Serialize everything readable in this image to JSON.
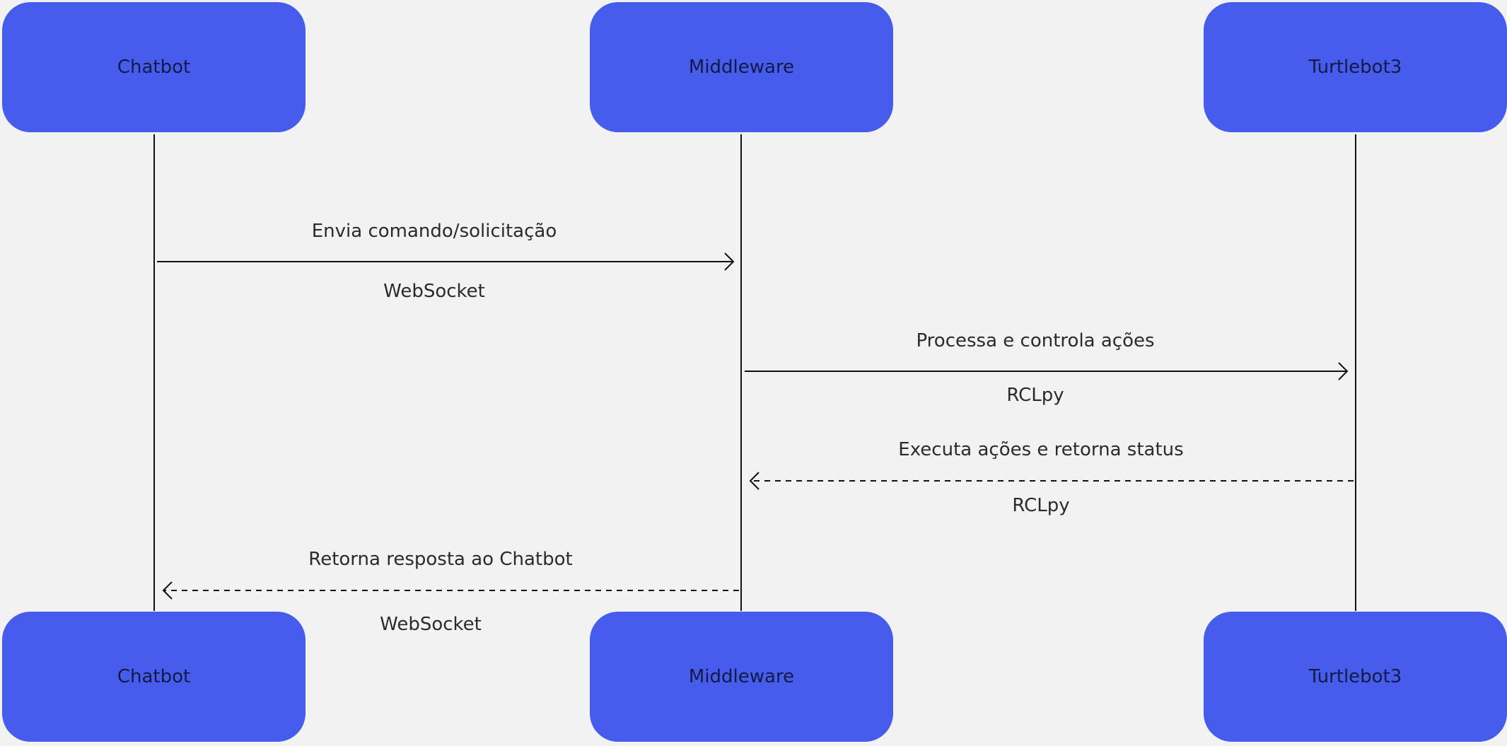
{
  "participants": {
    "top": [
      "Chatbot",
      "Middleware",
      "Turtlebot3"
    ],
    "bottom": [
      "Chatbot",
      "Middleware",
      "Turtlebot3"
    ]
  },
  "messages": [
    {
      "label": "Envia comando/solicitação",
      "protocol": "WebSocket",
      "from": "Chatbot",
      "to": "Middleware",
      "style": "solid"
    },
    {
      "label": "Processa e controla ações",
      "protocol": "RCLpy",
      "from": "Middleware",
      "to": "Turtlebot3",
      "style": "solid"
    },
    {
      "label": "Executa ações e retorna status",
      "protocol": "RCLpy",
      "from": "Turtlebot3",
      "to": "Middleware",
      "style": "dashed"
    },
    {
      "label": "Retorna resposta ao Chatbot",
      "protocol": "WebSocket",
      "from": "Middleware",
      "to": "Chatbot",
      "style": "dashed"
    }
  ],
  "colors": {
    "participant_fill": "#465cec",
    "participant_text": "#141a45",
    "background": "#f2f2f3",
    "line": "#111111"
  }
}
